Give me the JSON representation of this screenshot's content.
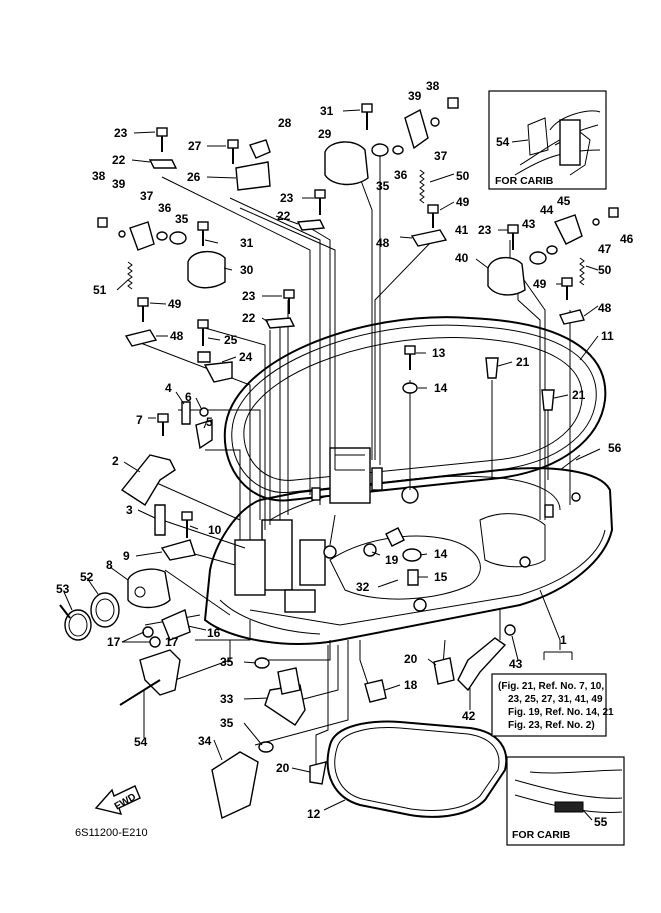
{
  "labels": [
    "1",
    "2",
    "3",
    "4",
    "5",
    "6",
    "7",
    "8",
    "9",
    "10",
    "11",
    "12",
    "13",
    "14",
    "14",
    "15",
    "16",
    "17",
    "17",
    "18",
    "19",
    "20",
    "20",
    "21",
    "21",
    "22",
    "22",
    "22",
    "23",
    "23",
    "23",
    "23",
    "24",
    "25",
    "26",
    "27",
    "28",
    "29",
    "30",
    "31",
    "31",
    "32",
    "33",
    "34",
    "35",
    "35",
    "35",
    "35",
    "36",
    "36",
    "37",
    "37",
    "38",
    "38",
    "39",
    "39",
    "40",
    "41",
    "42",
    "43",
    "43",
    "44",
    "45",
    "46",
    "47",
    "48",
    "48",
    "48",
    "49",
    "49",
    "49",
    "50",
    "50",
    "51",
    "52",
    "53",
    "54",
    "55",
    "56"
  ],
  "inset_top": {
    "label": "FOR CARIB",
    "ref": "54"
  },
  "inset_bottom": {
    "label": "FOR CARIB",
    "ref": "55"
  },
  "note": {
    "lines": [
      "(Fig. 21, Ref. No. 7, 10,",
      "23, 25, 27, 31, 41, 49",
      "Fig. 19, Ref. No. 14, 21",
      "Fig. 23, Ref. No. 2)"
    ]
  },
  "fwd_label": "FWD",
  "drawing_code": "6S11200-E210"
}
